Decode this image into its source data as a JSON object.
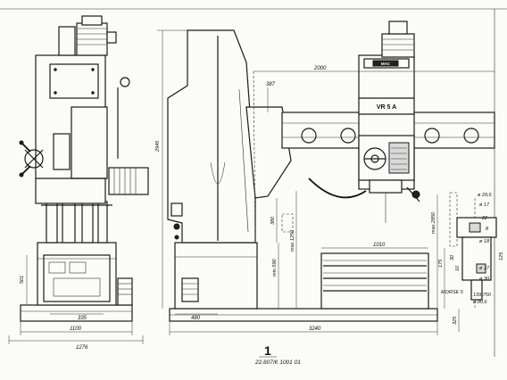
{
  "drawing": {
    "figure_number": "1",
    "drawing_code": "22.607/К 1001 01",
    "nameplate_logo": "МАС",
    "nameplate_model": "VR 5 A"
  },
  "front_view": {
    "dims": [
      "501",
      "335",
      "1100",
      "1276"
    ]
  },
  "side_view": {
    "dims": [
      "2000",
      "387",
      "2945",
      "380",
      "max.1250",
      "min.590",
      "1010",
      "max.2850",
      "480",
      "3240",
      "175",
      "325"
    ]
  },
  "table_detail": {
    "dims": [
      "ø 29,5",
      "ø 17",
      "22",
      "8",
      "ø 18",
      "30",
      "10",
      "125",
      "ø 17",
      "ø 30",
      "MORSE 5",
      "139,750",
      "ø 80,6"
    ]
  }
}
